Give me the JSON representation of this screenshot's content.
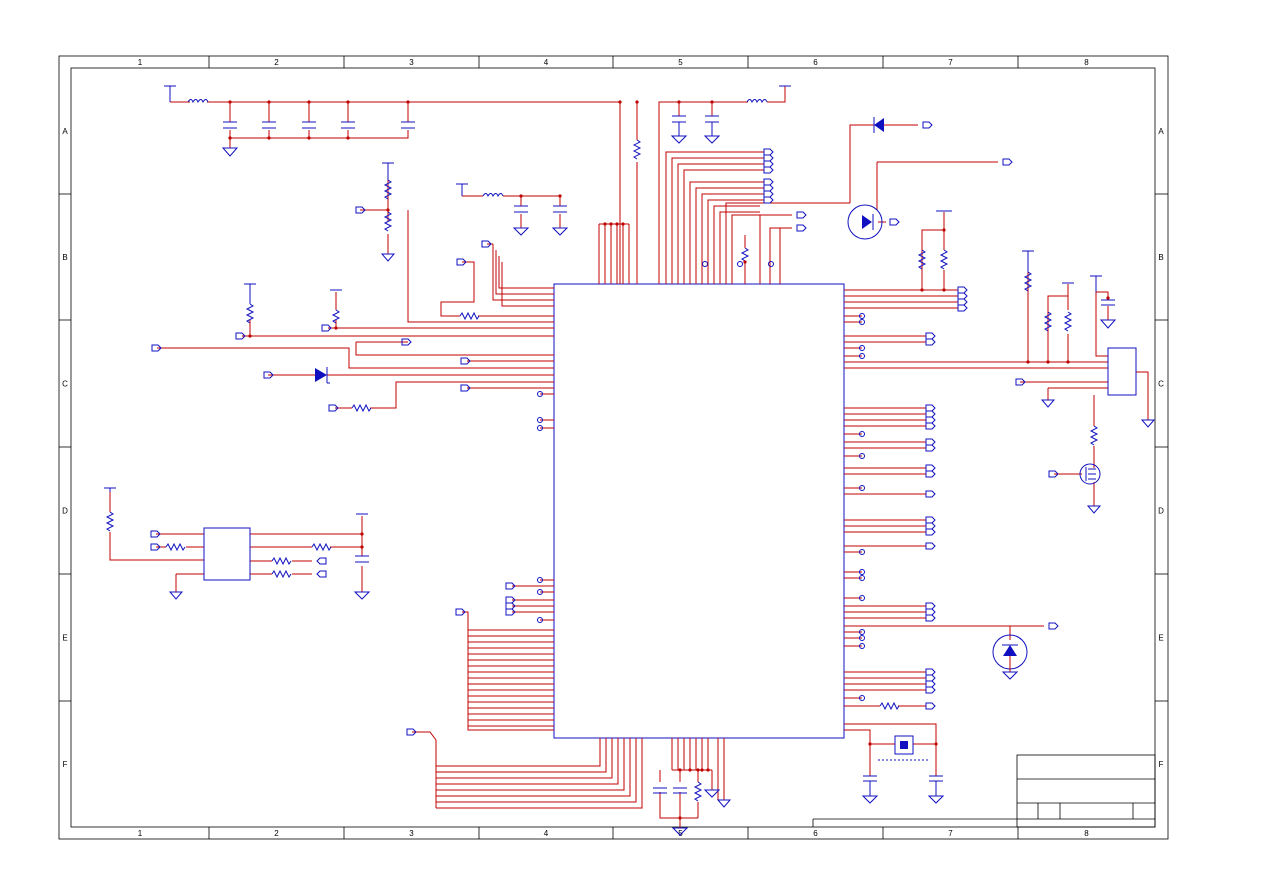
{
  "frame": {
    "columns": [
      "1",
      "2",
      "3",
      "4",
      "5",
      "6",
      "7",
      "8"
    ],
    "rows": [
      "A",
      "B",
      "C",
      "D",
      "E",
      "F"
    ]
  },
  "colors": {
    "wire": "#c00000",
    "symbol": "#1010c0",
    "frame": "#000000"
  },
  "symbols": [
    "ic-chip",
    "resistor",
    "capacitor",
    "inductor",
    "diode",
    "ground",
    "power-rail",
    "port",
    "transistor",
    "crystal",
    "led"
  ]
}
